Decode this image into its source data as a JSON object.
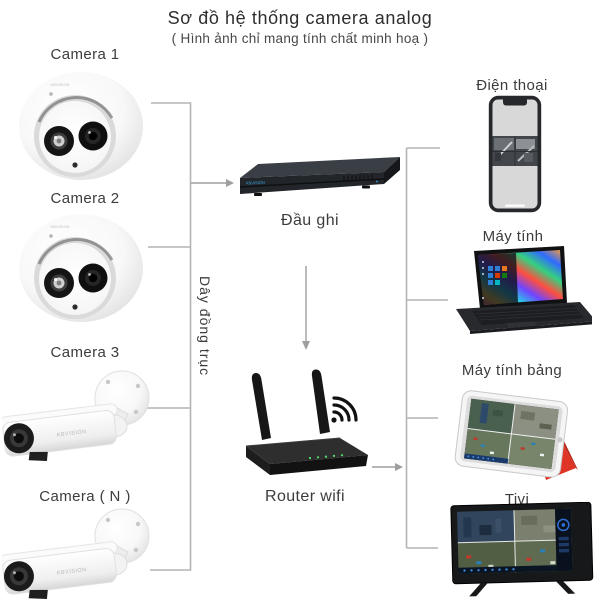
{
  "title": "Sơ đồ hệ thống camera analog",
  "subtitle": "( Hình ảnh chỉ mang tính chất minh hoạ )",
  "brand": "KBVISION",
  "cameras": [
    {
      "label": "Camera 1",
      "type": "dome"
    },
    {
      "label": "Camera 2",
      "type": "dome"
    },
    {
      "label": "Camera 3",
      "type": "bullet"
    },
    {
      "label": "Camera ( N )",
      "type": "bullet"
    }
  ],
  "hub": {
    "dvr_label": "Đầu ghi",
    "cable_label": "Dây đồng trục",
    "router_label": "Router wifi"
  },
  "devices": [
    {
      "label": "Điện thoại",
      "type": "phone"
    },
    {
      "label": "Máy tính",
      "type": "laptop"
    },
    {
      "label": "Máy tính bảng",
      "type": "tablet"
    },
    {
      "label": "Tivi",
      "type": "tv"
    }
  ],
  "colors": {
    "background": "#ffffff",
    "connector_line": "#b4b4b4",
    "arrow": "#9e9e9e",
    "label_text": "#3c3c3c",
    "brand_logo_blue": "#35a1dd",
    "tablet_cover_red": "#df3526"
  }
}
